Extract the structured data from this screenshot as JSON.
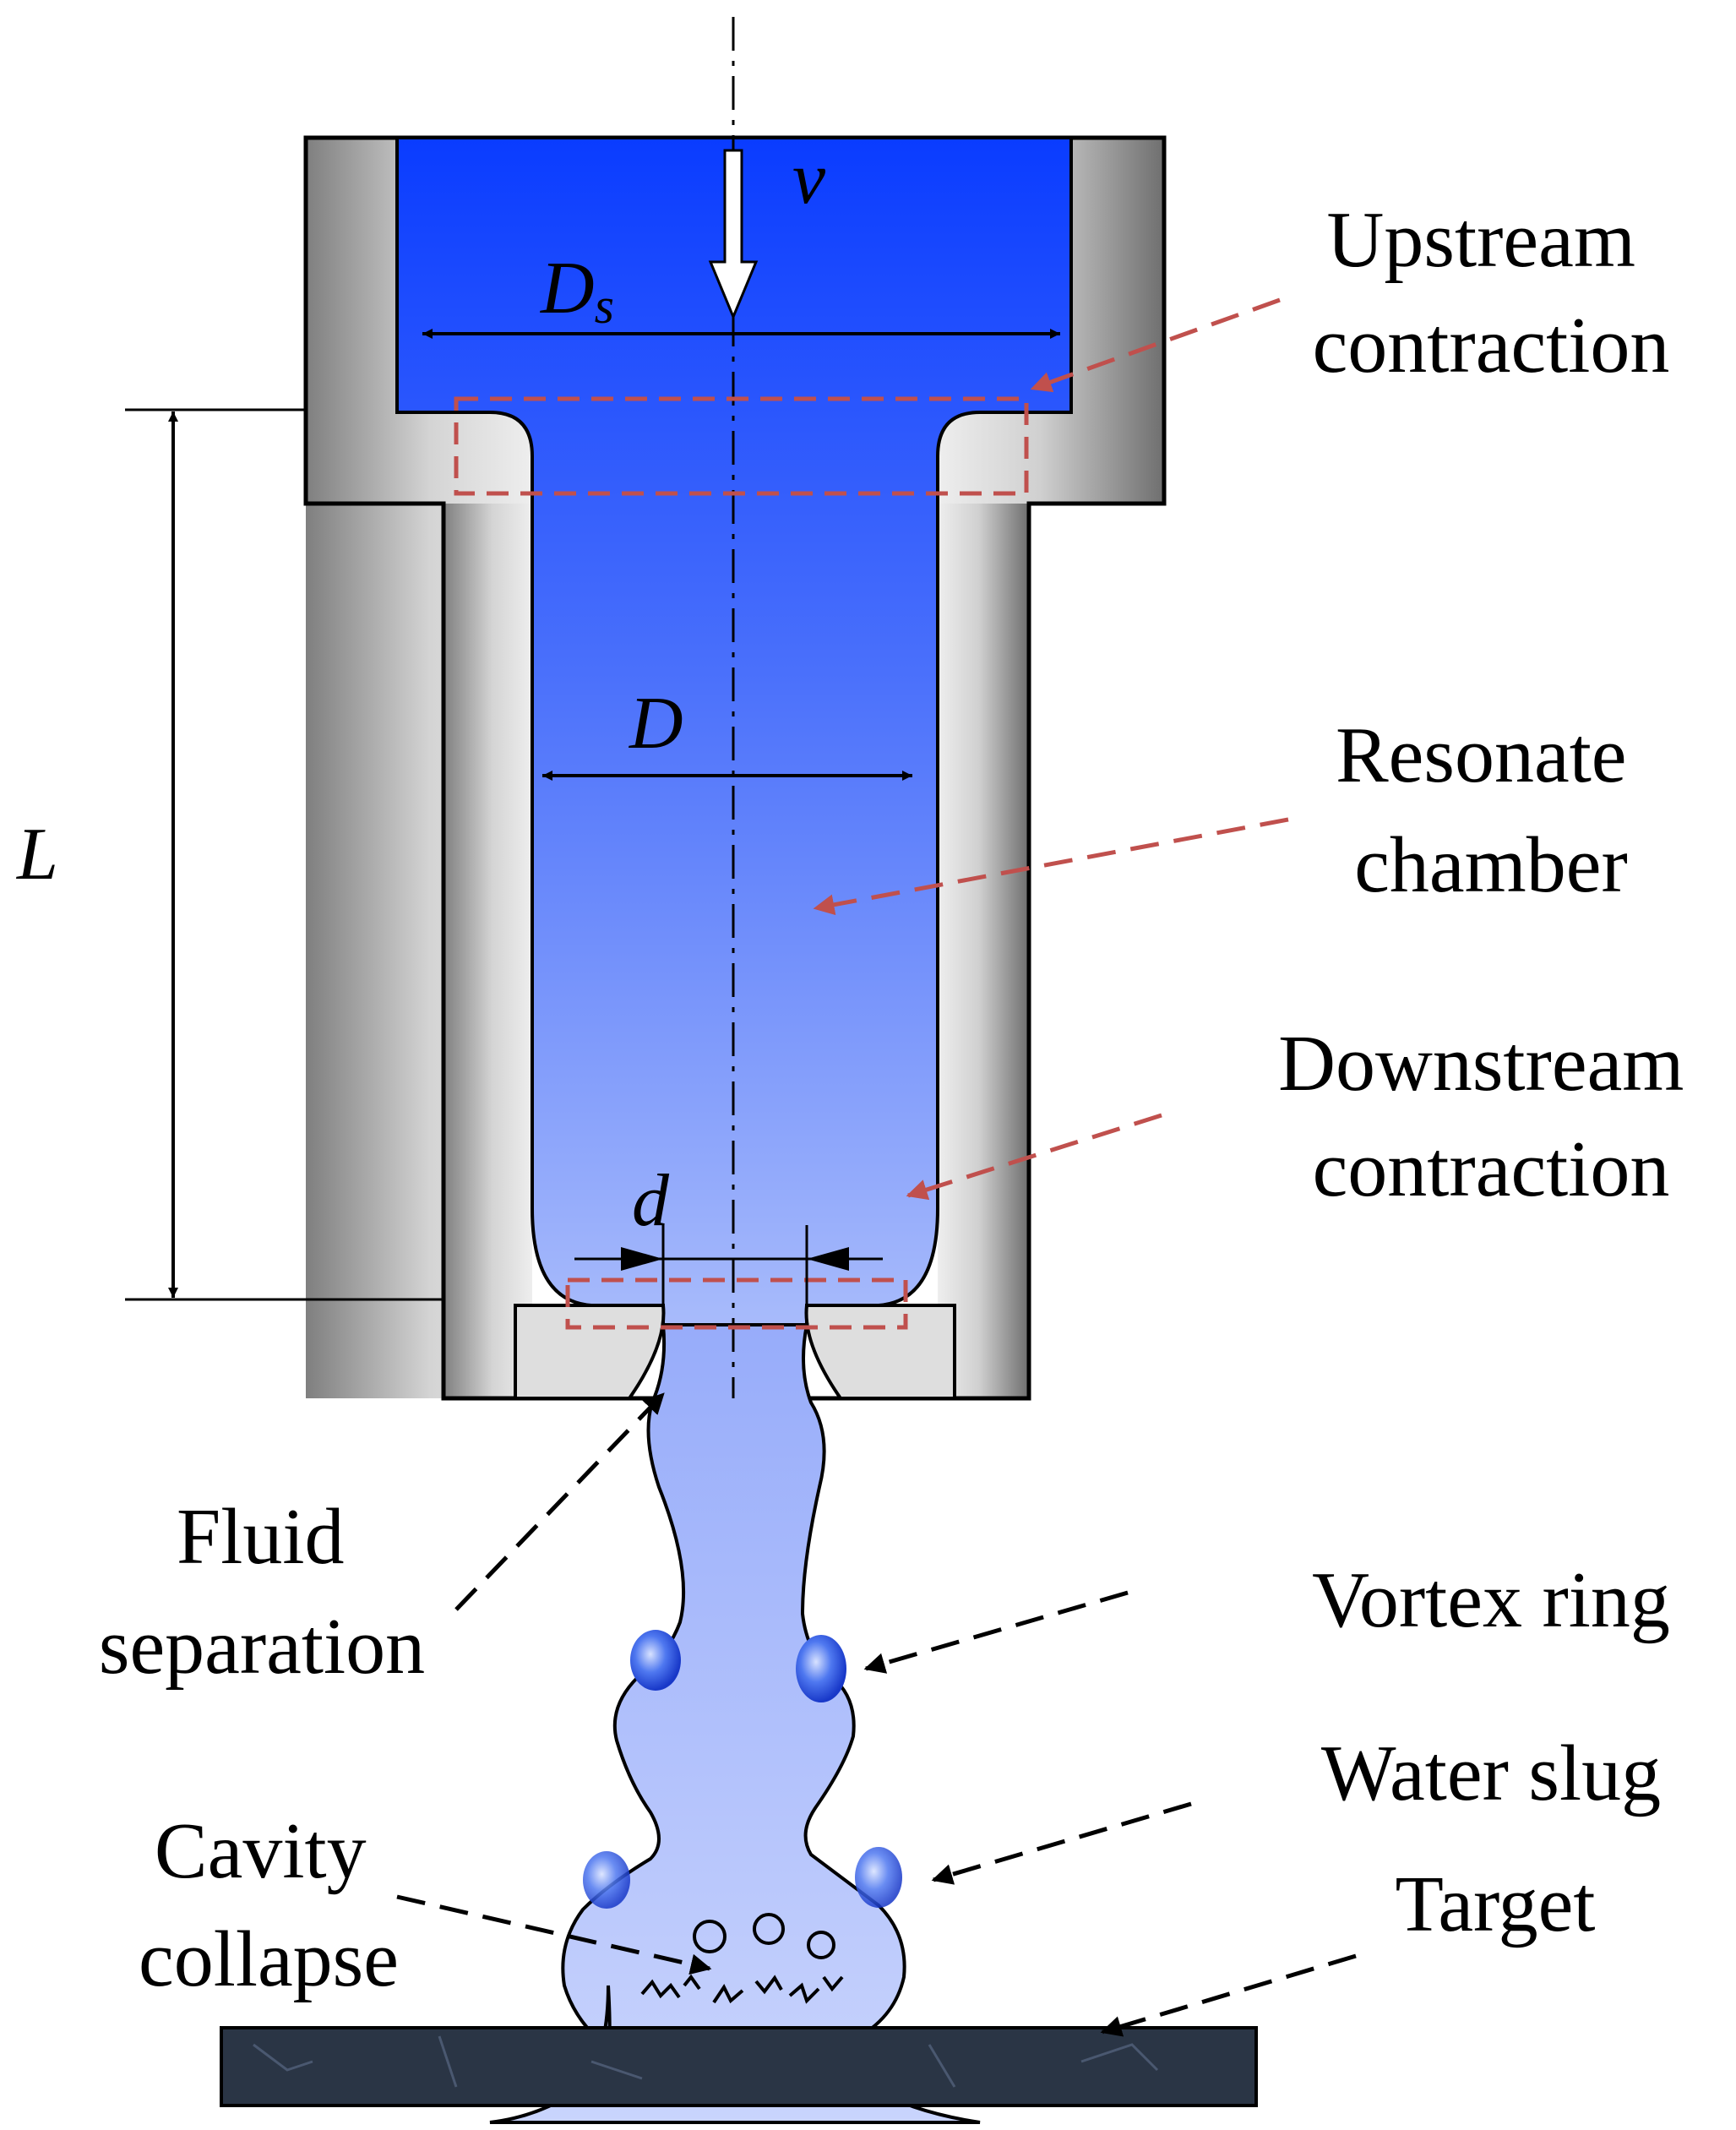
{
  "symbols": {
    "velocity": "v",
    "upstream_diameter_main": "D",
    "upstream_diameter_sub": "s",
    "chamber_diameter": "D",
    "chamber_length": "L",
    "orifice_diameter": "d"
  },
  "labels": {
    "upstream_contraction": [
      "Upstream",
      "contraction"
    ],
    "resonate_chamber": [
      "Resonate",
      "chamber"
    ],
    "downstream_contraction": [
      "Downstream",
      "contraction"
    ],
    "fluid_separation": [
      "Fluid",
      "separation"
    ],
    "vortex_ring": "Vortex ring",
    "water_slug": "Water slug",
    "target": "Target",
    "cavity_collapse": [
      "Cavity",
      "collapse"
    ]
  },
  "colors": {
    "fluid_top": "#0a3cff",
    "fluid_bottom": "#aabdfb",
    "jet": "#b4c4fb",
    "wall_light": "#e6e6e6",
    "wall_dark": "#7a7a7a",
    "red_dashed": "#c0504d",
    "target": "#2a3545",
    "vortex": "#1f4fdc"
  }
}
